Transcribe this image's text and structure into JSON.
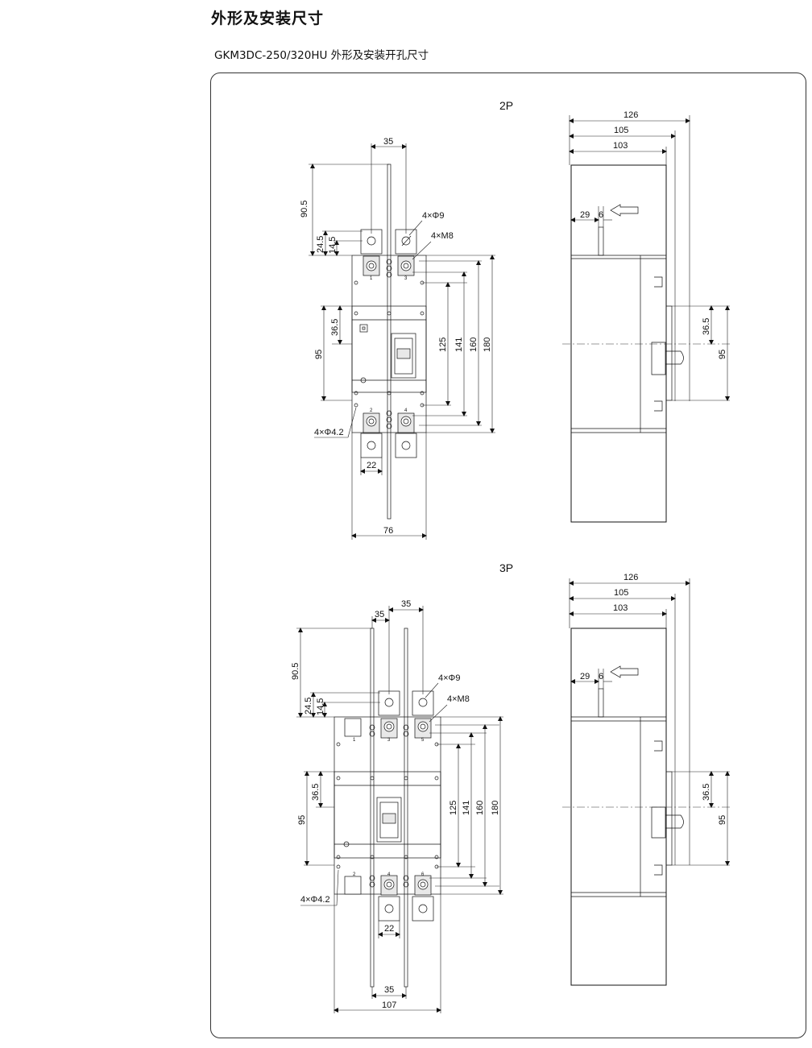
{
  "page": {
    "title": "外形及安装尺寸",
    "subtitle": "GKM3DC-250/320HU 外形及安装开孔尺寸"
  },
  "diagrams": {
    "p2": {
      "label": "2P",
      "front": {
        "d35": "35",
        "d90_5": "90.5",
        "d24_5": "24.5",
        "d14_5": "14.5",
        "hole9": "4×Φ9",
        "m8": "4×M8",
        "d36_5": "36.5",
        "d95": "95",
        "d125": "125",
        "d141": "141",
        "d160": "160",
        "d180": "180",
        "hole4_2": "4×Φ4.2",
        "d22": "22",
        "d76": "76",
        "t1": "1",
        "t2": "2",
        "t3": "3",
        "t4": "4"
      },
      "side": {
        "d126": "126",
        "d105": "105",
        "d103": "103",
        "d29": "29",
        "d6": "6",
        "d36_5": "36.5",
        "d95": "95"
      }
    },
    "p3": {
      "label": "3P",
      "front": {
        "d35a": "35",
        "d35b": "35",
        "d90_5": "90.5",
        "d24_5": "24.5",
        "d14_5": "14.5",
        "hole9": "4×Φ9",
        "m8": "4×M8",
        "d36_5": "36.5",
        "d95": "95",
        "d125": "125",
        "d141": "141",
        "d160": "160",
        "d180": "180",
        "hole4_2": "4×Φ4.2",
        "d22": "22",
        "d35c": "35",
        "d107": "107",
        "t1": "1",
        "t2": "2",
        "t3": "3",
        "t4": "4",
        "t5": "5",
        "t6": "6"
      },
      "side": {
        "d126": "126",
        "d105": "105",
        "d103": "103",
        "d29": "29",
        "d6": "6",
        "d36_5": "36.5",
        "d95": "95"
      }
    }
  }
}
